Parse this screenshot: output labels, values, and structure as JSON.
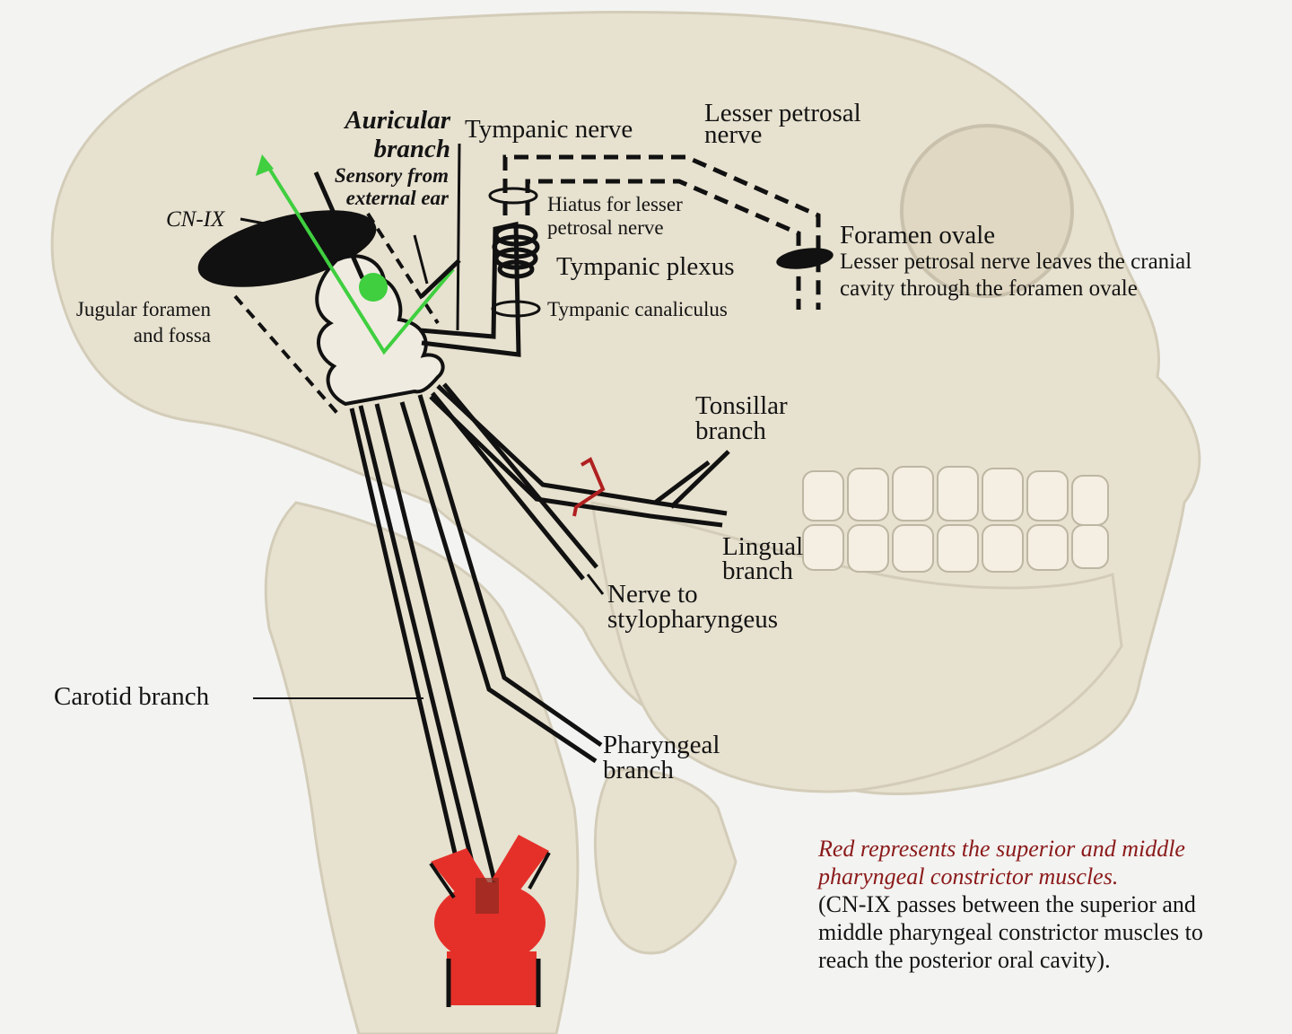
{
  "colors": {
    "background": "#f3f3f1",
    "bone": "#e7e1cf",
    "nerve_ink": "#141414",
    "sensory_green": "#3fcf3f",
    "muscle_red": "#e5302a",
    "note_red": "#8b1a1a"
  },
  "labels": {
    "cn_ix": "CN-IX",
    "auricular_1": "Auricular",
    "auricular_2": "branch",
    "sensory_1": "Sensory from",
    "sensory_2": "external ear",
    "jugular_1": "Jugular foramen",
    "jugular_2": "and fossa",
    "tympanic_nerve": "Tympanic nerve",
    "lesser_petrosal_1": "Lesser petrosal",
    "lesser_petrosal_2": "nerve",
    "hiatus_1": "Hiatus for lesser",
    "hiatus_2": "petrosal nerve",
    "tympanic_plexus": "Tympanic plexus",
    "tympanic_canaliculus": "Tympanic canaliculus",
    "foramen_ovale": "Foramen ovale",
    "foramen_note_1": "Lesser petrosal nerve  leaves the cranial",
    "foramen_note_2": "cavity through the foramen ovale",
    "tonsillar_1": "Tonsillar",
    "tonsillar_2": "branch",
    "lingual_1": "Lingual",
    "lingual_2": "branch",
    "stylo_1": "Nerve to",
    "stylo_2": "stylopharyngeus",
    "carotid": "Carotid branch",
    "pharyngeal_1": "Pharyngeal",
    "pharyngeal_2": "branch"
  },
  "note": {
    "red_line_1": "Red represents the superior and middle",
    "red_line_2": "pharyngeal  constrictor muscles.",
    "line_1": "(CN-IX passes between the superior and",
    "line_2": "middle pharyngeal constrictor muscles to",
    "line_3": "reach the posterior oral cavity)."
  }
}
